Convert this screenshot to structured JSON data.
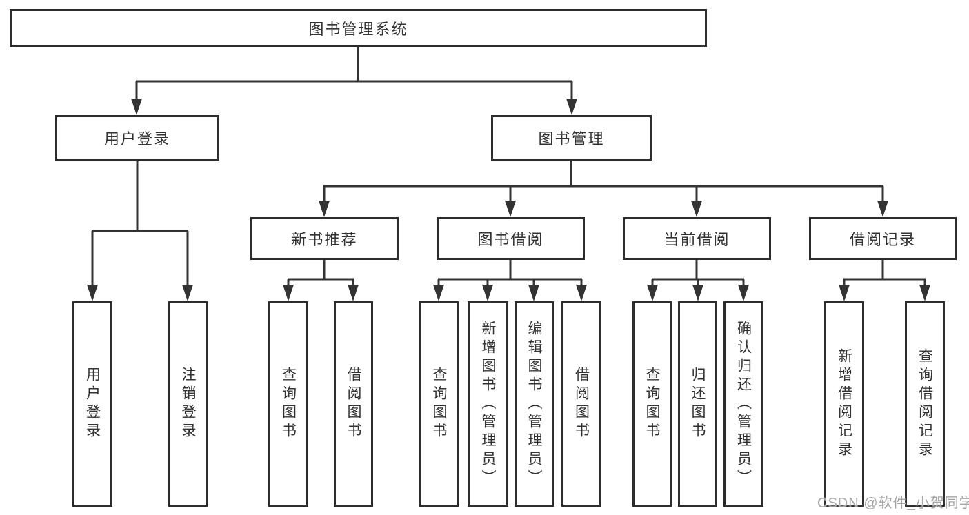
{
  "diagram": {
    "type": "hierarchy-tree",
    "orientation": "top-down",
    "levels": 4
  },
  "tree": {
    "label": "图书管理系统",
    "children": [
      {
        "label": "用户登录",
        "children": [
          {
            "label": "用户登录"
          },
          {
            "label": "注销登录"
          }
        ]
      },
      {
        "label": "图书管理",
        "children": [
          {
            "label": "新书推荐",
            "children": [
              {
                "label": "查询图书"
              },
              {
                "label": "借阅图书"
              }
            ]
          },
          {
            "label": "图书借阅",
            "children": [
              {
                "label": "查询图书"
              },
              {
                "label": "新增图书（管理员）"
              },
              {
                "label": "编辑图书（管理员）"
              },
              {
                "label": "借阅图书"
              }
            ]
          },
          {
            "label": "当前借阅",
            "children": [
              {
                "label": "查询图书"
              },
              {
                "label": "归还图书"
              },
              {
                "label": "确认归还（管理员）"
              }
            ]
          },
          {
            "label": "借阅记录",
            "children": [
              {
                "label": "新增借阅记录"
              },
              {
                "label": "查询借阅记录"
              }
            ]
          }
        ]
      }
    ]
  },
  "watermark": {
    "text": "CSDN @软件_小贺同学",
    "color": "#a6a6a6"
  },
  "colors": {
    "background": "#ffffff",
    "box_border": "#2d2d2d",
    "line": "#333333",
    "text": "#333333"
  }
}
